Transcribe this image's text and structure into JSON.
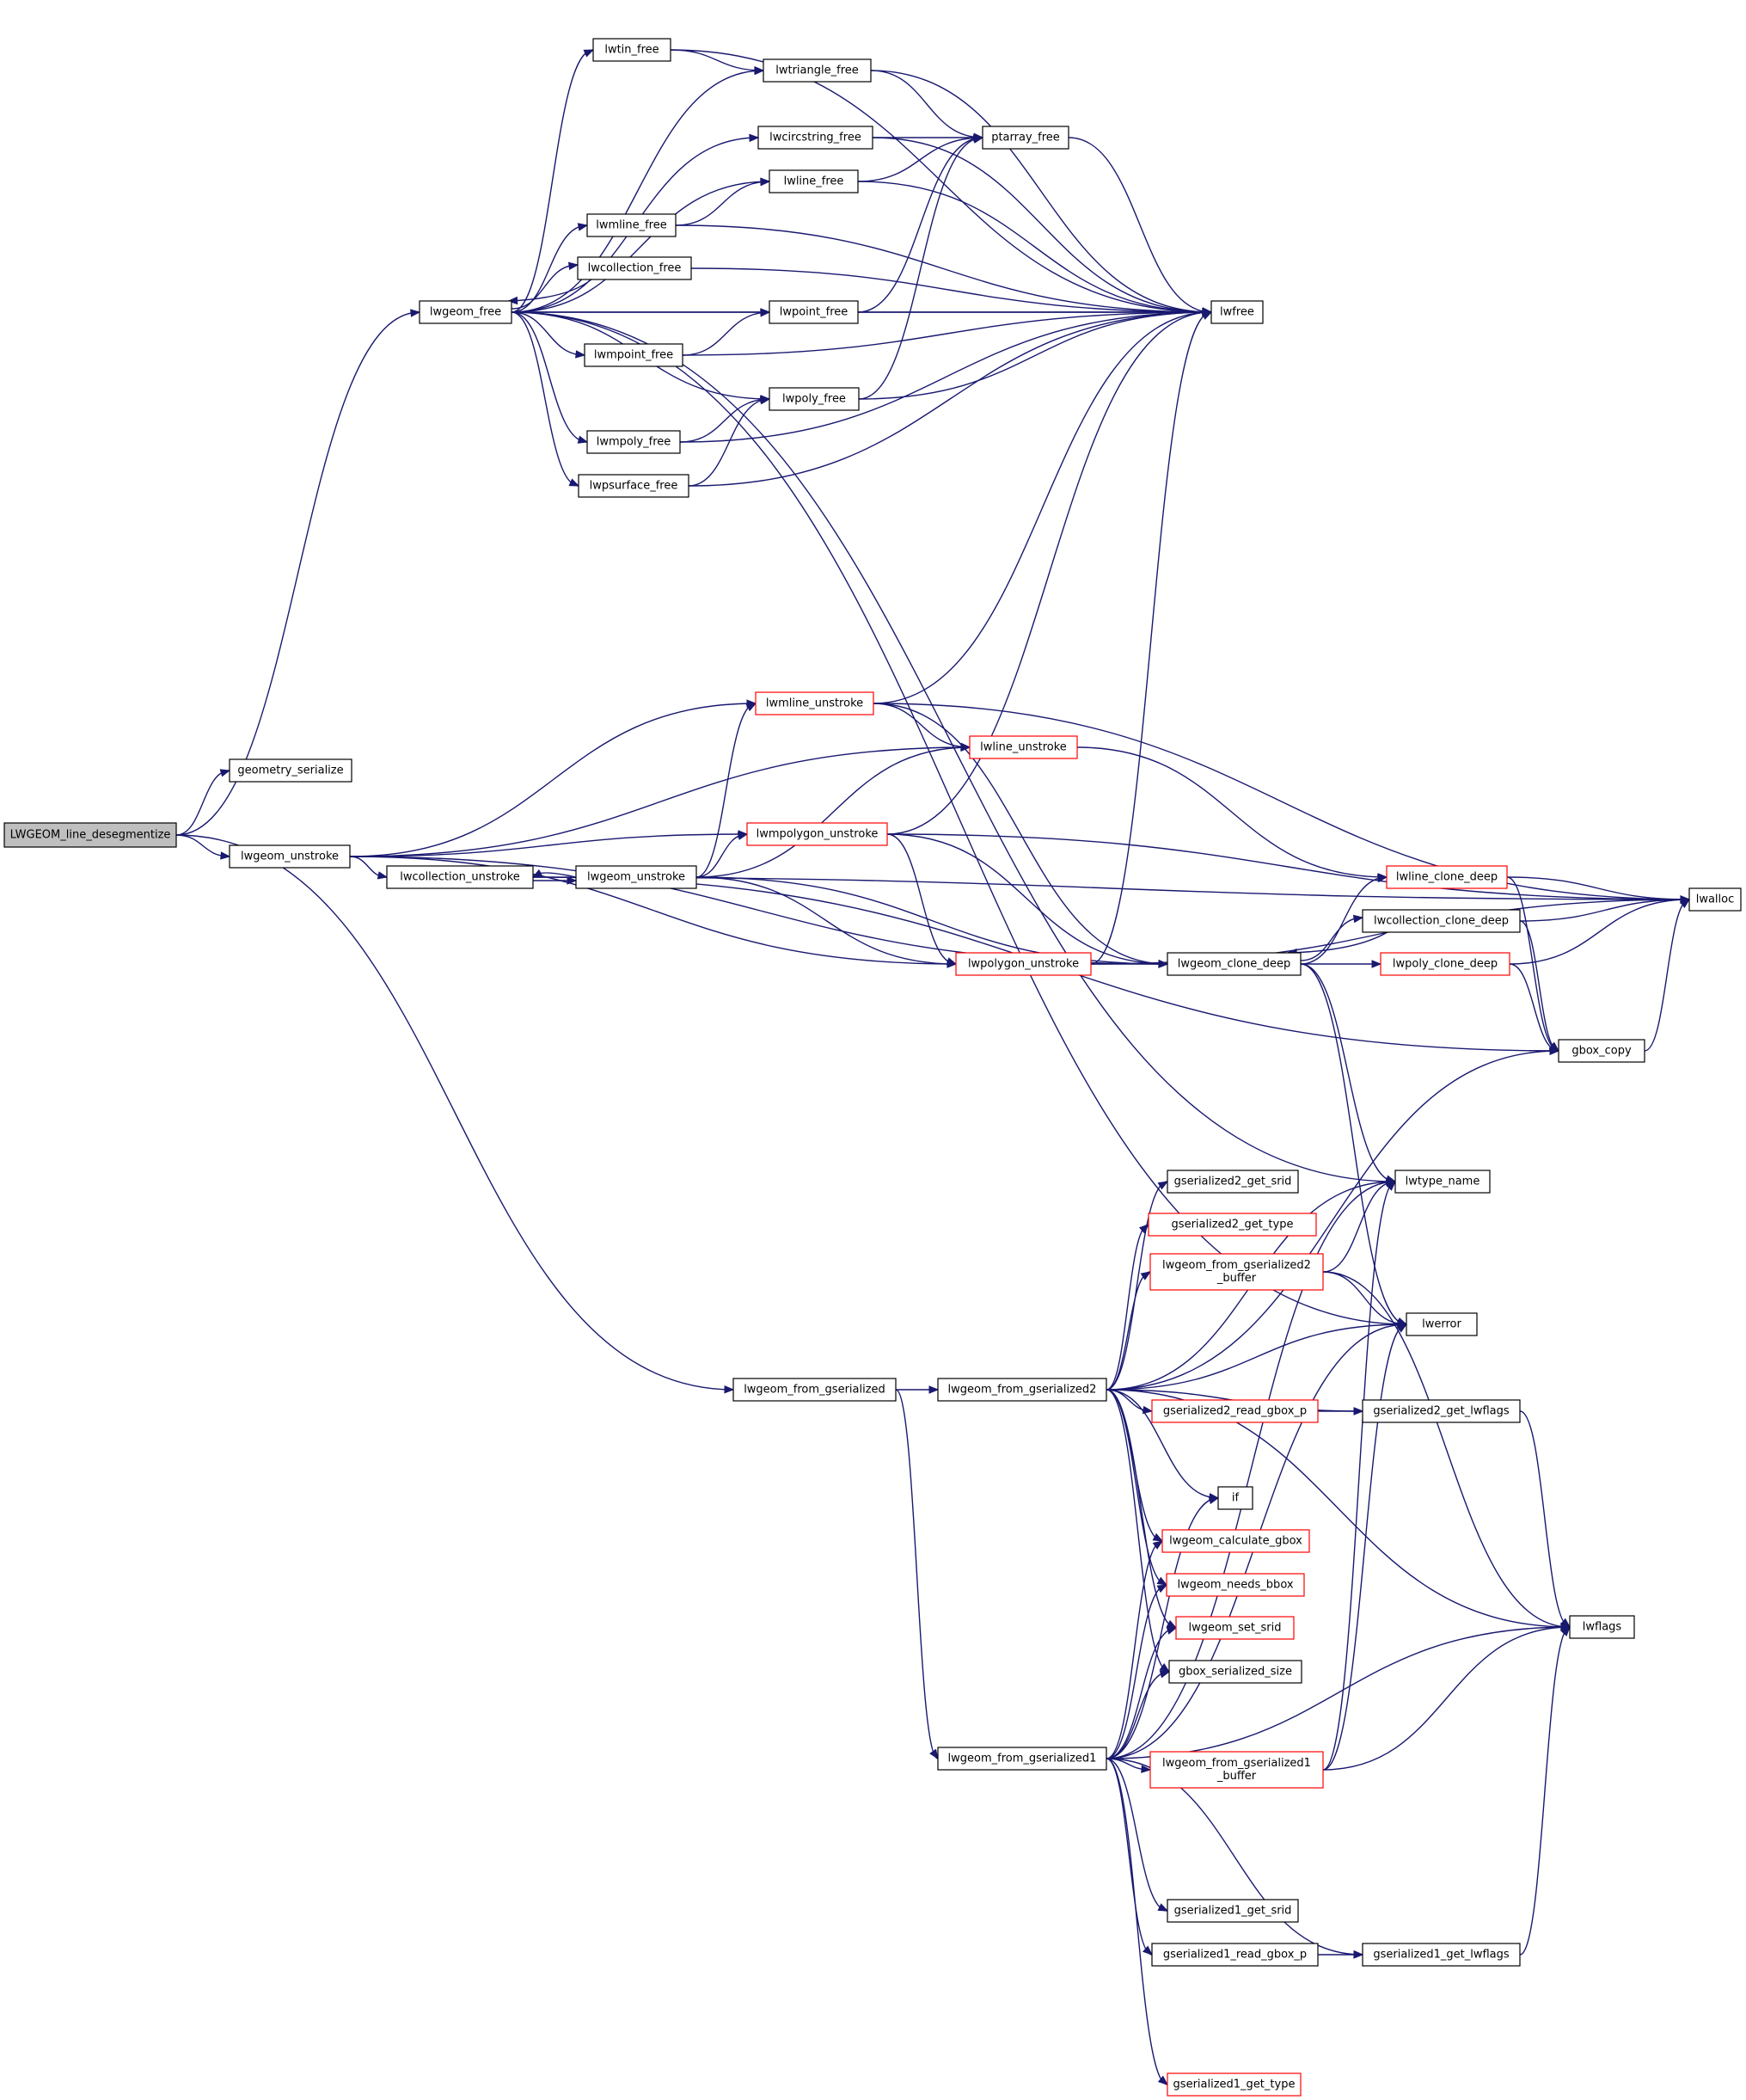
{
  "graph": {
    "type": "call-graph",
    "colors": {
      "edge": "#191970",
      "node_border": "#000000",
      "incomplete_border": "#ff0000",
      "root_fill": "#bfbfbf",
      "node_fill": "#ffffff"
    },
    "nodes": [
      {
        "id": "root",
        "lines": [
          "LWGEOM_line_desegmentize"
        ]
      },
      {
        "id": "geometry_serialize",
        "lines": [
          "geometry_serialize"
        ]
      },
      {
        "id": "lwgeom_free",
        "lines": [
          "lwgeom_free"
        ]
      },
      {
        "id": "lwtin_free",
        "lines": [
          "lwtin_free"
        ]
      },
      {
        "id": "lwtriangle_free",
        "lines": [
          "lwtriangle_free"
        ]
      },
      {
        "id": "lwcircstring_free",
        "lines": [
          "lwcircstring_free"
        ]
      },
      {
        "id": "ptarray_free",
        "lines": [
          "ptarray_free"
        ]
      },
      {
        "id": "lwline_free",
        "lines": [
          "lwline_free"
        ]
      },
      {
        "id": "lwmline_free",
        "lines": [
          "lwmline_free"
        ]
      },
      {
        "id": "lwcollection_free",
        "lines": [
          "lwcollection_free"
        ]
      },
      {
        "id": "lwpoint_free",
        "lines": [
          "lwpoint_free"
        ]
      },
      {
        "id": "lwfree",
        "lines": [
          "lwfree"
        ]
      },
      {
        "id": "lwmpoint_free",
        "lines": [
          "lwmpoint_free"
        ]
      },
      {
        "id": "lwpoly_free",
        "lines": [
          "lwpoly_free"
        ]
      },
      {
        "id": "lwmpoly_free",
        "lines": [
          "lwmpoly_free"
        ]
      },
      {
        "id": "lwpsurface_free",
        "lines": [
          "lwpsurface_free"
        ]
      },
      {
        "id": "lwgeom_unstroke_1",
        "lines": [
          "lwgeom_unstroke"
        ]
      },
      {
        "id": "lwmline_unstroke",
        "lines": [
          "lwmline_unstroke"
        ],
        "incomplete": true
      },
      {
        "id": "lwline_unstroke",
        "lines": [
          "lwline_unstroke"
        ],
        "incomplete": true
      },
      {
        "id": "lwmpolygon_unstroke",
        "lines": [
          "lwmpolygon_unstroke"
        ],
        "incomplete": true
      },
      {
        "id": "lwcollection_unstroke",
        "lines": [
          "lwcollection_unstroke"
        ]
      },
      {
        "id": "lwgeom_unstroke_2",
        "lines": [
          "lwgeom_unstroke"
        ]
      },
      {
        "id": "lwpolygon_unstroke",
        "lines": [
          "lwpolygon_unstroke"
        ],
        "incomplete": true
      },
      {
        "id": "lwgeom_clone_deep",
        "lines": [
          "lwgeom_clone_deep"
        ]
      },
      {
        "id": "lwline_clone_deep",
        "lines": [
          "lwline_clone_deep"
        ],
        "incomplete": true
      },
      {
        "id": "lwcollection_clone_deep",
        "lines": [
          "lwcollection_clone_deep"
        ]
      },
      {
        "id": "lwpoly_clone_deep",
        "lines": [
          "lwpoly_clone_deep"
        ],
        "incomplete": true
      },
      {
        "id": "lwalloc",
        "lines": [
          "lwalloc"
        ]
      },
      {
        "id": "gbox_copy",
        "lines": [
          "gbox_copy"
        ]
      },
      {
        "id": "lwtype_name",
        "lines": [
          "lwtype_name"
        ]
      },
      {
        "id": "lwerror",
        "lines": [
          "lwerror"
        ]
      },
      {
        "id": "lwflags",
        "lines": [
          "lwflags"
        ]
      },
      {
        "id": "lwgeom_from_gserialized",
        "lines": [
          "lwgeom_from_gserialized"
        ]
      },
      {
        "id": "lwgeom_from_gserialized2",
        "lines": [
          "lwgeom_from_gserialized2"
        ]
      },
      {
        "id": "gserialized2_get_srid",
        "lines": [
          "gserialized2_get_srid"
        ]
      },
      {
        "id": "gserialized2_get_type",
        "lines": [
          "gserialized2_get_type"
        ],
        "incomplete": true
      },
      {
        "id": "lwgeom_from_gserialized2_buffer",
        "lines": [
          "lwgeom_from_gserialized2",
          "_buffer"
        ],
        "incomplete": true
      },
      {
        "id": "gserialized2_read_gbox_p",
        "lines": [
          "gserialized2_read_gbox_p"
        ],
        "incomplete": true
      },
      {
        "id": "gserialized2_get_lwflags",
        "lines": [
          "gserialized2_get_lwflags"
        ]
      },
      {
        "id": "if",
        "lines": [
          "if"
        ]
      },
      {
        "id": "lwgeom_calculate_gbox",
        "lines": [
          "lwgeom_calculate_gbox"
        ],
        "incomplete": true
      },
      {
        "id": "lwgeom_needs_bbox",
        "lines": [
          "lwgeom_needs_bbox"
        ],
        "incomplete": true
      },
      {
        "id": "lwgeom_set_srid",
        "lines": [
          "lwgeom_set_srid"
        ],
        "incomplete": true
      },
      {
        "id": "gbox_serialized_size",
        "lines": [
          "gbox_serialized_size"
        ]
      },
      {
        "id": "lwgeom_from_gserialized1",
        "lines": [
          "lwgeom_from_gserialized1"
        ]
      },
      {
        "id": "lwgeom_from_gserialized1_buffer",
        "lines": [
          "lwgeom_from_gserialized1",
          "_buffer"
        ],
        "incomplete": true
      },
      {
        "id": "gserialized1_get_srid",
        "lines": [
          "gserialized1_get_srid"
        ]
      },
      {
        "id": "gserialized1_read_gbox_p",
        "lines": [
          "gserialized1_read_gbox_p"
        ]
      },
      {
        "id": "gserialized1_get_lwflags",
        "lines": [
          "gserialized1_get_lwflags"
        ]
      },
      {
        "id": "gserialized1_get_type",
        "lines": [
          "gserialized1_get_type"
        ],
        "incomplete": true
      }
    ],
    "edges": [
      [
        "root",
        "geometry_serialize"
      ],
      [
        "root",
        "lwgeom_free"
      ],
      [
        "root",
        "lwgeom_unstroke_1"
      ],
      [
        "root",
        "lwgeom_from_gserialized"
      ],
      [
        "lwgeom_free",
        "lwtin_free"
      ],
      [
        "lwgeom_free",
        "lwtriangle_free"
      ],
      [
        "lwgeom_free",
        "lwcircstring_free"
      ],
      [
        "lwgeom_free",
        "lwline_free"
      ],
      [
        "lwgeom_free",
        "lwmline_free"
      ],
      [
        "lwgeom_free",
        "lwcollection_free"
      ],
      [
        "lwgeom_free",
        "lwpoint_free"
      ],
      [
        "lwgeom_free",
        "lwfree"
      ],
      [
        "lwgeom_free",
        "lwmpoint_free"
      ],
      [
        "lwgeom_free",
        "lwpoly_free"
      ],
      [
        "lwgeom_free",
        "lwmpoly_free"
      ],
      [
        "lwgeom_free",
        "lwpsurface_free"
      ],
      [
        "lwgeom_free",
        "lwtype_name"
      ],
      [
        "lwgeom_free",
        "lwerror"
      ],
      [
        "lwtin_free",
        "lwtriangle_free"
      ],
      [
        "lwtin_free",
        "lwfree"
      ],
      [
        "lwtriangle_free",
        "ptarray_free"
      ],
      [
        "lwtriangle_free",
        "lwfree"
      ],
      [
        "lwcircstring_free",
        "ptarray_free"
      ],
      [
        "lwcircstring_free",
        "lwfree"
      ],
      [
        "ptarray_free",
        "lwfree"
      ],
      [
        "lwline_free",
        "ptarray_free"
      ],
      [
        "lwline_free",
        "lwfree"
      ],
      [
        "lwmline_free",
        "lwline_free"
      ],
      [
        "lwmline_free",
        "lwfree"
      ],
      [
        "lwcollection_free",
        "lwgeom_free"
      ],
      [
        "lwcollection_free",
        "lwfree"
      ],
      [
        "lwpoint_free",
        "ptarray_free"
      ],
      [
        "lwpoint_free",
        "lwfree"
      ],
      [
        "lwmpoint_free",
        "lwpoint_free"
      ],
      [
        "lwmpoint_free",
        "lwfree"
      ],
      [
        "lwpoly_free",
        "ptarray_free"
      ],
      [
        "lwpoly_free",
        "lwfree"
      ],
      [
        "lwmpoly_free",
        "lwpoly_free"
      ],
      [
        "lwmpoly_free",
        "lwfree"
      ],
      [
        "lwpsurface_free",
        "lwpoly_free"
      ],
      [
        "lwpsurface_free",
        "lwfree"
      ],
      [
        "lwgeom_unstroke_1",
        "lwmline_unstroke"
      ],
      [
        "lwgeom_unstroke_1",
        "lwline_unstroke"
      ],
      [
        "lwgeom_unstroke_1",
        "lwmpolygon_unstroke"
      ],
      [
        "lwgeom_unstroke_1",
        "lwcollection_unstroke"
      ],
      [
        "lwgeom_unstroke_1",
        "lwpolygon_unstroke"
      ],
      [
        "lwgeom_unstroke_1",
        "lwgeom_clone_deep"
      ],
      [
        "lwmline_unstroke",
        "lwline_unstroke"
      ],
      [
        "lwmline_unstroke",
        "lwfree"
      ],
      [
        "lwmline_unstroke",
        "lwalloc"
      ],
      [
        "lwmline_unstroke",
        "lwgeom_clone_deep"
      ],
      [
        "lwline_unstroke",
        "lwline_clone_deep"
      ],
      [
        "lwmpolygon_unstroke",
        "lwpolygon_unstroke"
      ],
      [
        "lwmpolygon_unstroke",
        "lwfree"
      ],
      [
        "lwmpolygon_unstroke",
        "lwalloc"
      ],
      [
        "lwmpolygon_unstroke",
        "lwgeom_clone_deep"
      ],
      [
        "lwcollection_unstroke",
        "lwgeom_unstroke_2"
      ],
      [
        "lwcollection_unstroke",
        "lwalloc"
      ],
      [
        "lwcollection_unstroke",
        "gbox_copy"
      ],
      [
        "lwgeom_unstroke_2",
        "lwcollection_unstroke"
      ],
      [
        "lwgeom_unstroke_2",
        "lwmline_unstroke"
      ],
      [
        "lwgeom_unstroke_2",
        "lwline_unstroke"
      ],
      [
        "lwgeom_unstroke_2",
        "lwmpolygon_unstroke"
      ],
      [
        "lwgeom_unstroke_2",
        "lwpolygon_unstroke"
      ],
      [
        "lwgeom_unstroke_2",
        "lwgeom_clone_deep"
      ],
      [
        "lwpolygon_unstroke",
        "lwgeom_clone_deep"
      ],
      [
        "lwpolygon_unstroke",
        "lwfree"
      ],
      [
        "lwpolygon_unstroke",
        "lwalloc"
      ],
      [
        "lwgeom_clone_deep",
        "lwline_clone_deep"
      ],
      [
        "lwgeom_clone_deep",
        "lwcollection_clone_deep"
      ],
      [
        "lwgeom_clone_deep",
        "lwpoly_clone_deep"
      ],
      [
        "lwgeom_clone_deep",
        "lwtype_name"
      ],
      [
        "lwgeom_clone_deep",
        "lwerror"
      ],
      [
        "lwline_clone_deep",
        "lwalloc"
      ],
      [
        "lwline_clone_deep",
        "gbox_copy"
      ],
      [
        "lwcollection_clone_deep",
        "lwgeom_clone_deep"
      ],
      [
        "lwcollection_clone_deep",
        "lwalloc"
      ],
      [
        "lwcollection_clone_deep",
        "gbox_copy"
      ],
      [
        "lwpoly_clone_deep",
        "lwalloc"
      ],
      [
        "lwpoly_clone_deep",
        "gbox_copy"
      ],
      [
        "gbox_copy",
        "lwalloc"
      ],
      [
        "lwgeom_from_gserialized",
        "lwgeom_from_gserialized2"
      ],
      [
        "lwgeom_from_gserialized",
        "lwgeom_from_gserialized1"
      ],
      [
        "lwgeom_from_gserialized2",
        "gserialized2_get_srid"
      ],
      [
        "lwgeom_from_gserialized2",
        "gserialized2_get_type"
      ],
      [
        "lwgeom_from_gserialized2",
        "lwgeom_from_gserialized2_buffer"
      ],
      [
        "lwgeom_from_gserialized2",
        "gserialized2_read_gbox_p"
      ],
      [
        "lwgeom_from_gserialized2",
        "gserialized2_get_lwflags"
      ],
      [
        "lwgeom_from_gserialized2",
        "if"
      ],
      [
        "lwgeom_from_gserialized2",
        "lwgeom_calculate_gbox"
      ],
      [
        "lwgeom_from_gserialized2",
        "lwgeom_needs_bbox"
      ],
      [
        "lwgeom_from_gserialized2",
        "lwgeom_set_srid"
      ],
      [
        "lwgeom_from_gserialized2",
        "gbox_serialized_size"
      ],
      [
        "lwgeom_from_gserialized2",
        "lwtype_name"
      ],
      [
        "lwgeom_from_gserialized2",
        "gbox_copy"
      ],
      [
        "lwgeom_from_gserialized2",
        "lwerror"
      ],
      [
        "lwgeom_from_gserialized2",
        "lwflags"
      ],
      [
        "lwgeom_from_gserialized2_buffer",
        "lwtype_name"
      ],
      [
        "lwgeom_from_gserialized2_buffer",
        "lwerror"
      ],
      [
        "lwgeom_from_gserialized2_buffer",
        "lwflags"
      ],
      [
        "gserialized2_read_gbox_p",
        "gserialized2_get_lwflags"
      ],
      [
        "gserialized2_get_lwflags",
        "lwflags"
      ],
      [
        "lwgeom_from_gserialized1",
        "lwgeom_from_gserialized1_buffer"
      ],
      [
        "lwgeom_from_gserialized1",
        "gserialized1_get_srid"
      ],
      [
        "lwgeom_from_gserialized1",
        "gserialized1_read_gbox_p"
      ],
      [
        "lwgeom_from_gserialized1",
        "gserialized1_get_lwflags"
      ],
      [
        "lwgeom_from_gserialized1",
        "gserialized1_get_type"
      ],
      [
        "lwgeom_from_gserialized1",
        "if"
      ],
      [
        "lwgeom_from_gserialized1",
        "lwgeom_calculate_gbox"
      ],
      [
        "lwgeom_from_gserialized1",
        "lwgeom_needs_bbox"
      ],
      [
        "lwgeom_from_gserialized1",
        "lwgeom_set_srid"
      ],
      [
        "lwgeom_from_gserialized1",
        "gbox_serialized_size"
      ],
      [
        "lwgeom_from_gserialized1",
        "lwtype_name"
      ],
      [
        "lwgeom_from_gserialized1",
        "lwerror"
      ],
      [
        "lwgeom_from_gserialized1",
        "lwflags"
      ],
      [
        "lwgeom_from_gserialized1_buffer",
        "lwtype_name"
      ],
      [
        "lwgeom_from_gserialized1_buffer",
        "lwerror"
      ],
      [
        "lwgeom_from_gserialized1_buffer",
        "lwflags"
      ],
      [
        "gserialized1_read_gbox_p",
        "gserialized1_get_lwflags"
      ],
      [
        "gserialized1_get_lwflags",
        "lwflags"
      ]
    ]
  }
}
